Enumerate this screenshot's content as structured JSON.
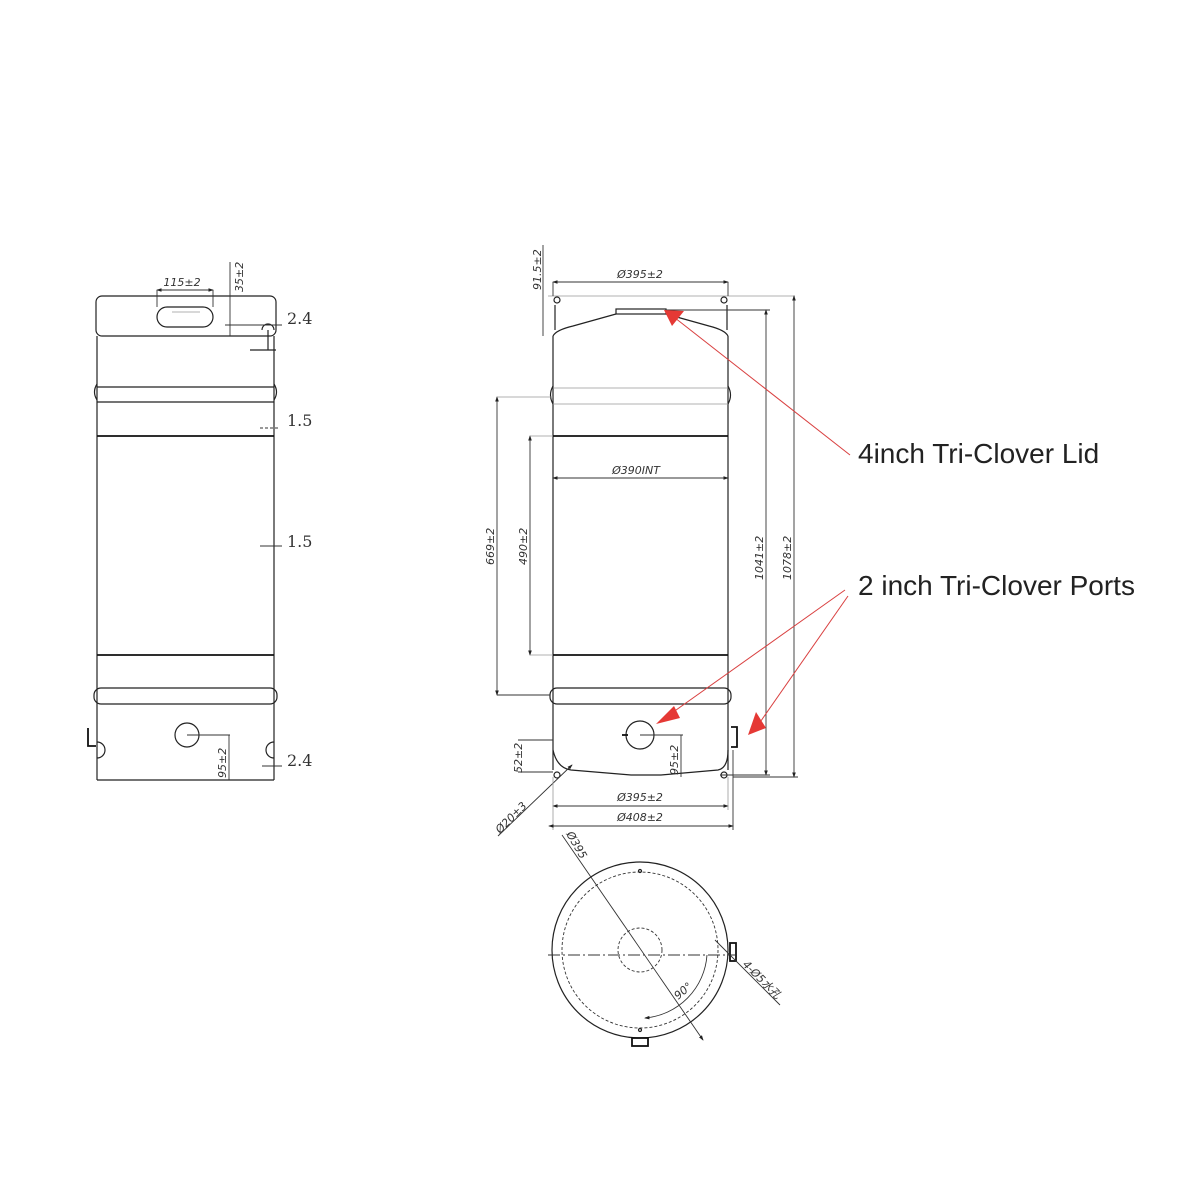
{
  "colors": {
    "annotation": "#e53935",
    "lines": "#222222"
  },
  "side_view": {
    "slot_width": "115±2",
    "slot_height": "35±2",
    "thickness_top": "2.4",
    "thickness_mid1": "1.5",
    "thickness_mid2": "1.5",
    "thickness_bottom": "2.4",
    "port_height": "95±2"
  },
  "front_view": {
    "top_diameter": "Ø395±2",
    "top_height": "91.5±2",
    "inner_diameter": "Ø390INT",
    "height_669": "669±2",
    "height_490": "490±2",
    "height_1041": "1041±2",
    "height_1078": "1078±2",
    "port_height": "95±2",
    "bottom_offset": "52±2",
    "drain_hole": "Ø20±3",
    "bottom_diameter": "Ø395±2",
    "skirt_diameter": "Ø408±2"
  },
  "top_view": {
    "diameter": "Ø395",
    "holes": "4-Ø5水孔",
    "angle": "90°"
  },
  "annotations": {
    "lid": "4inch Tri-Clover Lid",
    "ports": "2 inch Tri-Clover Ports"
  }
}
